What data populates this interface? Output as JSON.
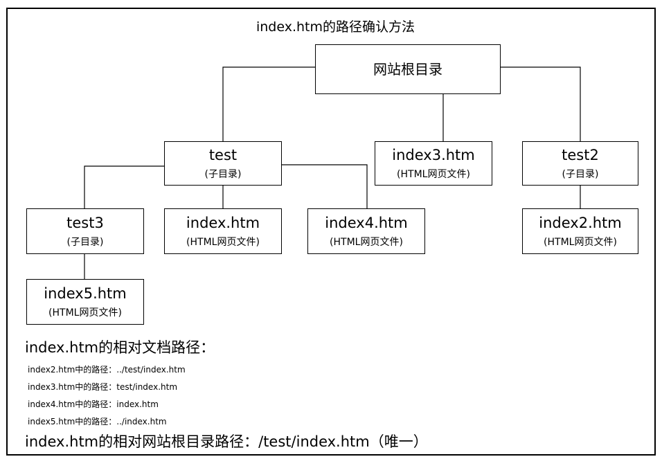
{
  "title": "index.htm的路径确认方法",
  "tree": {
    "root": "网站根目录",
    "test": {
      "name": "test",
      "note": "(子目录)"
    },
    "test2": {
      "name": "test2",
      "note": "(子目录)"
    },
    "test3": {
      "name": "test3",
      "note": "(子目录)"
    },
    "index": {
      "name": "index.htm",
      "note": "(HTML网页文件)"
    },
    "index2": {
      "name": "index2.htm",
      "note": "(HTML网页文件)"
    },
    "index3": {
      "name": "index3.htm",
      "note": "(HTML网页文件)"
    },
    "index4": {
      "name": "index4.htm",
      "note": "(HTML网页文件)"
    },
    "index5": {
      "name": "index5.htm",
      "note": "(HTML网页文件)"
    }
  },
  "relative": {
    "heading": "index.htm的相对文档路径：",
    "paths": [
      "index2.htm中的路径：../test/index.htm",
      "index3.htm中的路径：test/index.htm",
      "index4.htm中的路径：index.htm",
      "index5.htm中的路径：../index.htm"
    ]
  },
  "root_path": "index.htm的相对网站根目录路径：/test/index.htm（唯一）"
}
